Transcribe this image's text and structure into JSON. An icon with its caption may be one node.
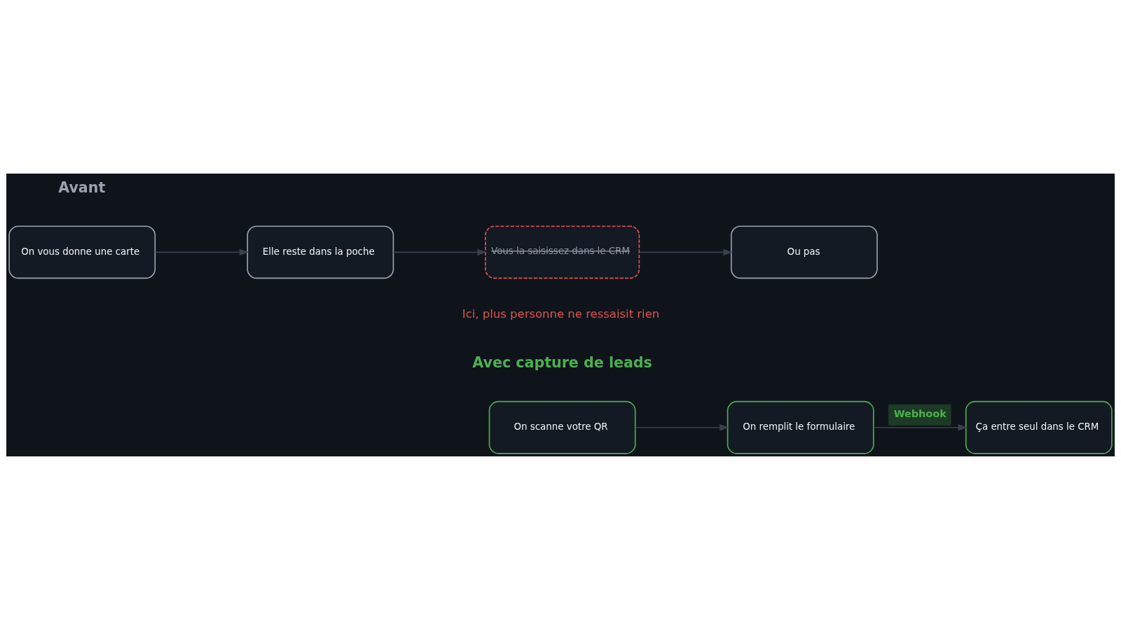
{
  "diagram": {
    "nodes": [
      {
        "text": [
          "On vous donne une carte"
        ]
      },
      {
        "text": [
          "Elle reste dans la poche"
        ]
      },
      {
        "text": [
          "Vous la saisissez dans le CRM"
        ]
      },
      {
        "text": [
          "Ou pas"
        ]
      },
      {
        "text": [
          "On scanne votre QR"
        ]
      },
      {
        "text": [
          "On remplit le formulaire"
        ]
      },
      {
        "text": [
          "Ça entre seul dans le CRM"
        ]
      }
    ],
    "edges": [
      {
        "from": 0,
        "to": 1,
        "arrow": "to"
      },
      {
        "from": 1,
        "to": 2,
        "arrow": "to"
      },
      {
        "from": 2,
        "to": 3,
        "arrow": "to"
      },
      {
        "from": 4,
        "to": 5,
        "arrow": "to"
      },
      {
        "from": 5,
        "to": 6,
        "arrow": "to",
        "label": "Webhook"
      }
    ],
    "labels": [
      "Avant",
      "Ici, plus personne ne ressaisit rien",
      "Avec capture de leads"
    ]
  }
}
